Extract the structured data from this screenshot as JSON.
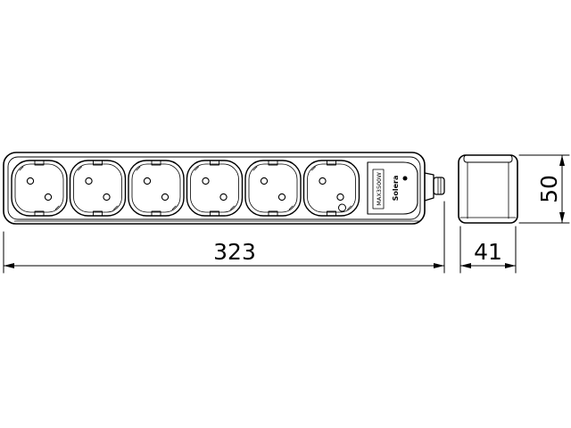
{
  "dimensions": {
    "length": "323",
    "depth": "41",
    "height": "50"
  },
  "label_panel": {
    "brand": "Solera",
    "rating": "MAX3500W"
  },
  "socket_count": 6,
  "colors": {
    "line": "#000000",
    "background": "#ffffff"
  }
}
